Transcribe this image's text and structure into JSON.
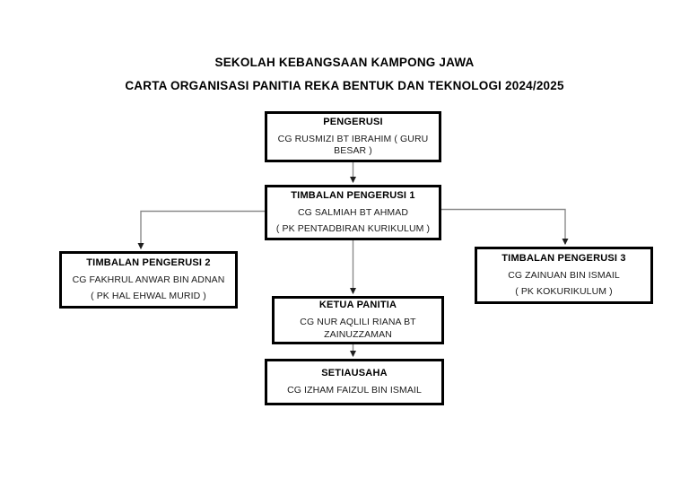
{
  "header": {
    "line1": "SEKOLAH KEBANGSAAN KAMPONG JAWA",
    "line2": "CARTA ORGANISASI PANITIA REKA BENTUK DAN TEKNOLOGI 2024/2025"
  },
  "colors": {
    "background": "#ffffff",
    "box_border": "#000000",
    "title_text": "#000000",
    "name_text": "#1a1a1a",
    "connector": "#808080"
  },
  "chart_data": {
    "type": "org-chart",
    "title": "CARTA ORGANISASI PANITIA REKA BENTUK DAN TEKNOLOGI 2024/2025",
    "nodes": [
      {
        "id": "pengerusi",
        "title": "PENGERUSI",
        "lines": [
          "CG RUSMIZI BT IBRAHIM ( GURU BESAR )"
        ],
        "level": 0
      },
      {
        "id": "timbalan-pengerusi-1",
        "title": "TIMBALAN PENGERUSI 1",
        "lines": [
          "CG SALMIAH BT AHMAD",
          "( PK PENTADBIRAN KURIKULUM )"
        ],
        "level": 1
      },
      {
        "id": "timbalan-pengerusi-2",
        "title": "TIMBALAN PENGERUSI 2",
        "lines": [
          "CG FAKHRUL ANWAR BIN ADNAN",
          "( PK HAL EHWAL MURID )"
        ],
        "level": 2
      },
      {
        "id": "timbalan-pengerusi-3",
        "title": "TIMBALAN PENGERUSI 3",
        "lines": [
          "CG ZAINUAN BIN ISMAIL",
          "( PK KOKURIKULUM )"
        ],
        "level": 2
      },
      {
        "id": "ketua-panitia",
        "title": "KETUA PANITIA",
        "lines": [
          "CG NUR AQLILI RIANA BT ZAINUZZAMAN"
        ],
        "level": 2
      },
      {
        "id": "setiausaha",
        "title": "SETIAUSAHA",
        "lines": [
          "CG IZHAM FAIZUL BIN ISMAIL"
        ],
        "level": 3
      }
    ],
    "edges": [
      {
        "from": "pengerusi",
        "to": "timbalan-pengerusi-1",
        "style": "vertical-arrow"
      },
      {
        "from": "timbalan-pengerusi-1",
        "to": "timbalan-pengerusi-2",
        "style": "elbow-left-arrow"
      },
      {
        "from": "timbalan-pengerusi-1",
        "to": "timbalan-pengerusi-3",
        "style": "elbow-right-arrow"
      },
      {
        "from": "timbalan-pengerusi-1",
        "to": "ketua-panitia",
        "style": "vertical-arrow"
      },
      {
        "from": "ketua-panitia",
        "to": "setiausaha",
        "style": "vertical-arrow"
      }
    ]
  }
}
